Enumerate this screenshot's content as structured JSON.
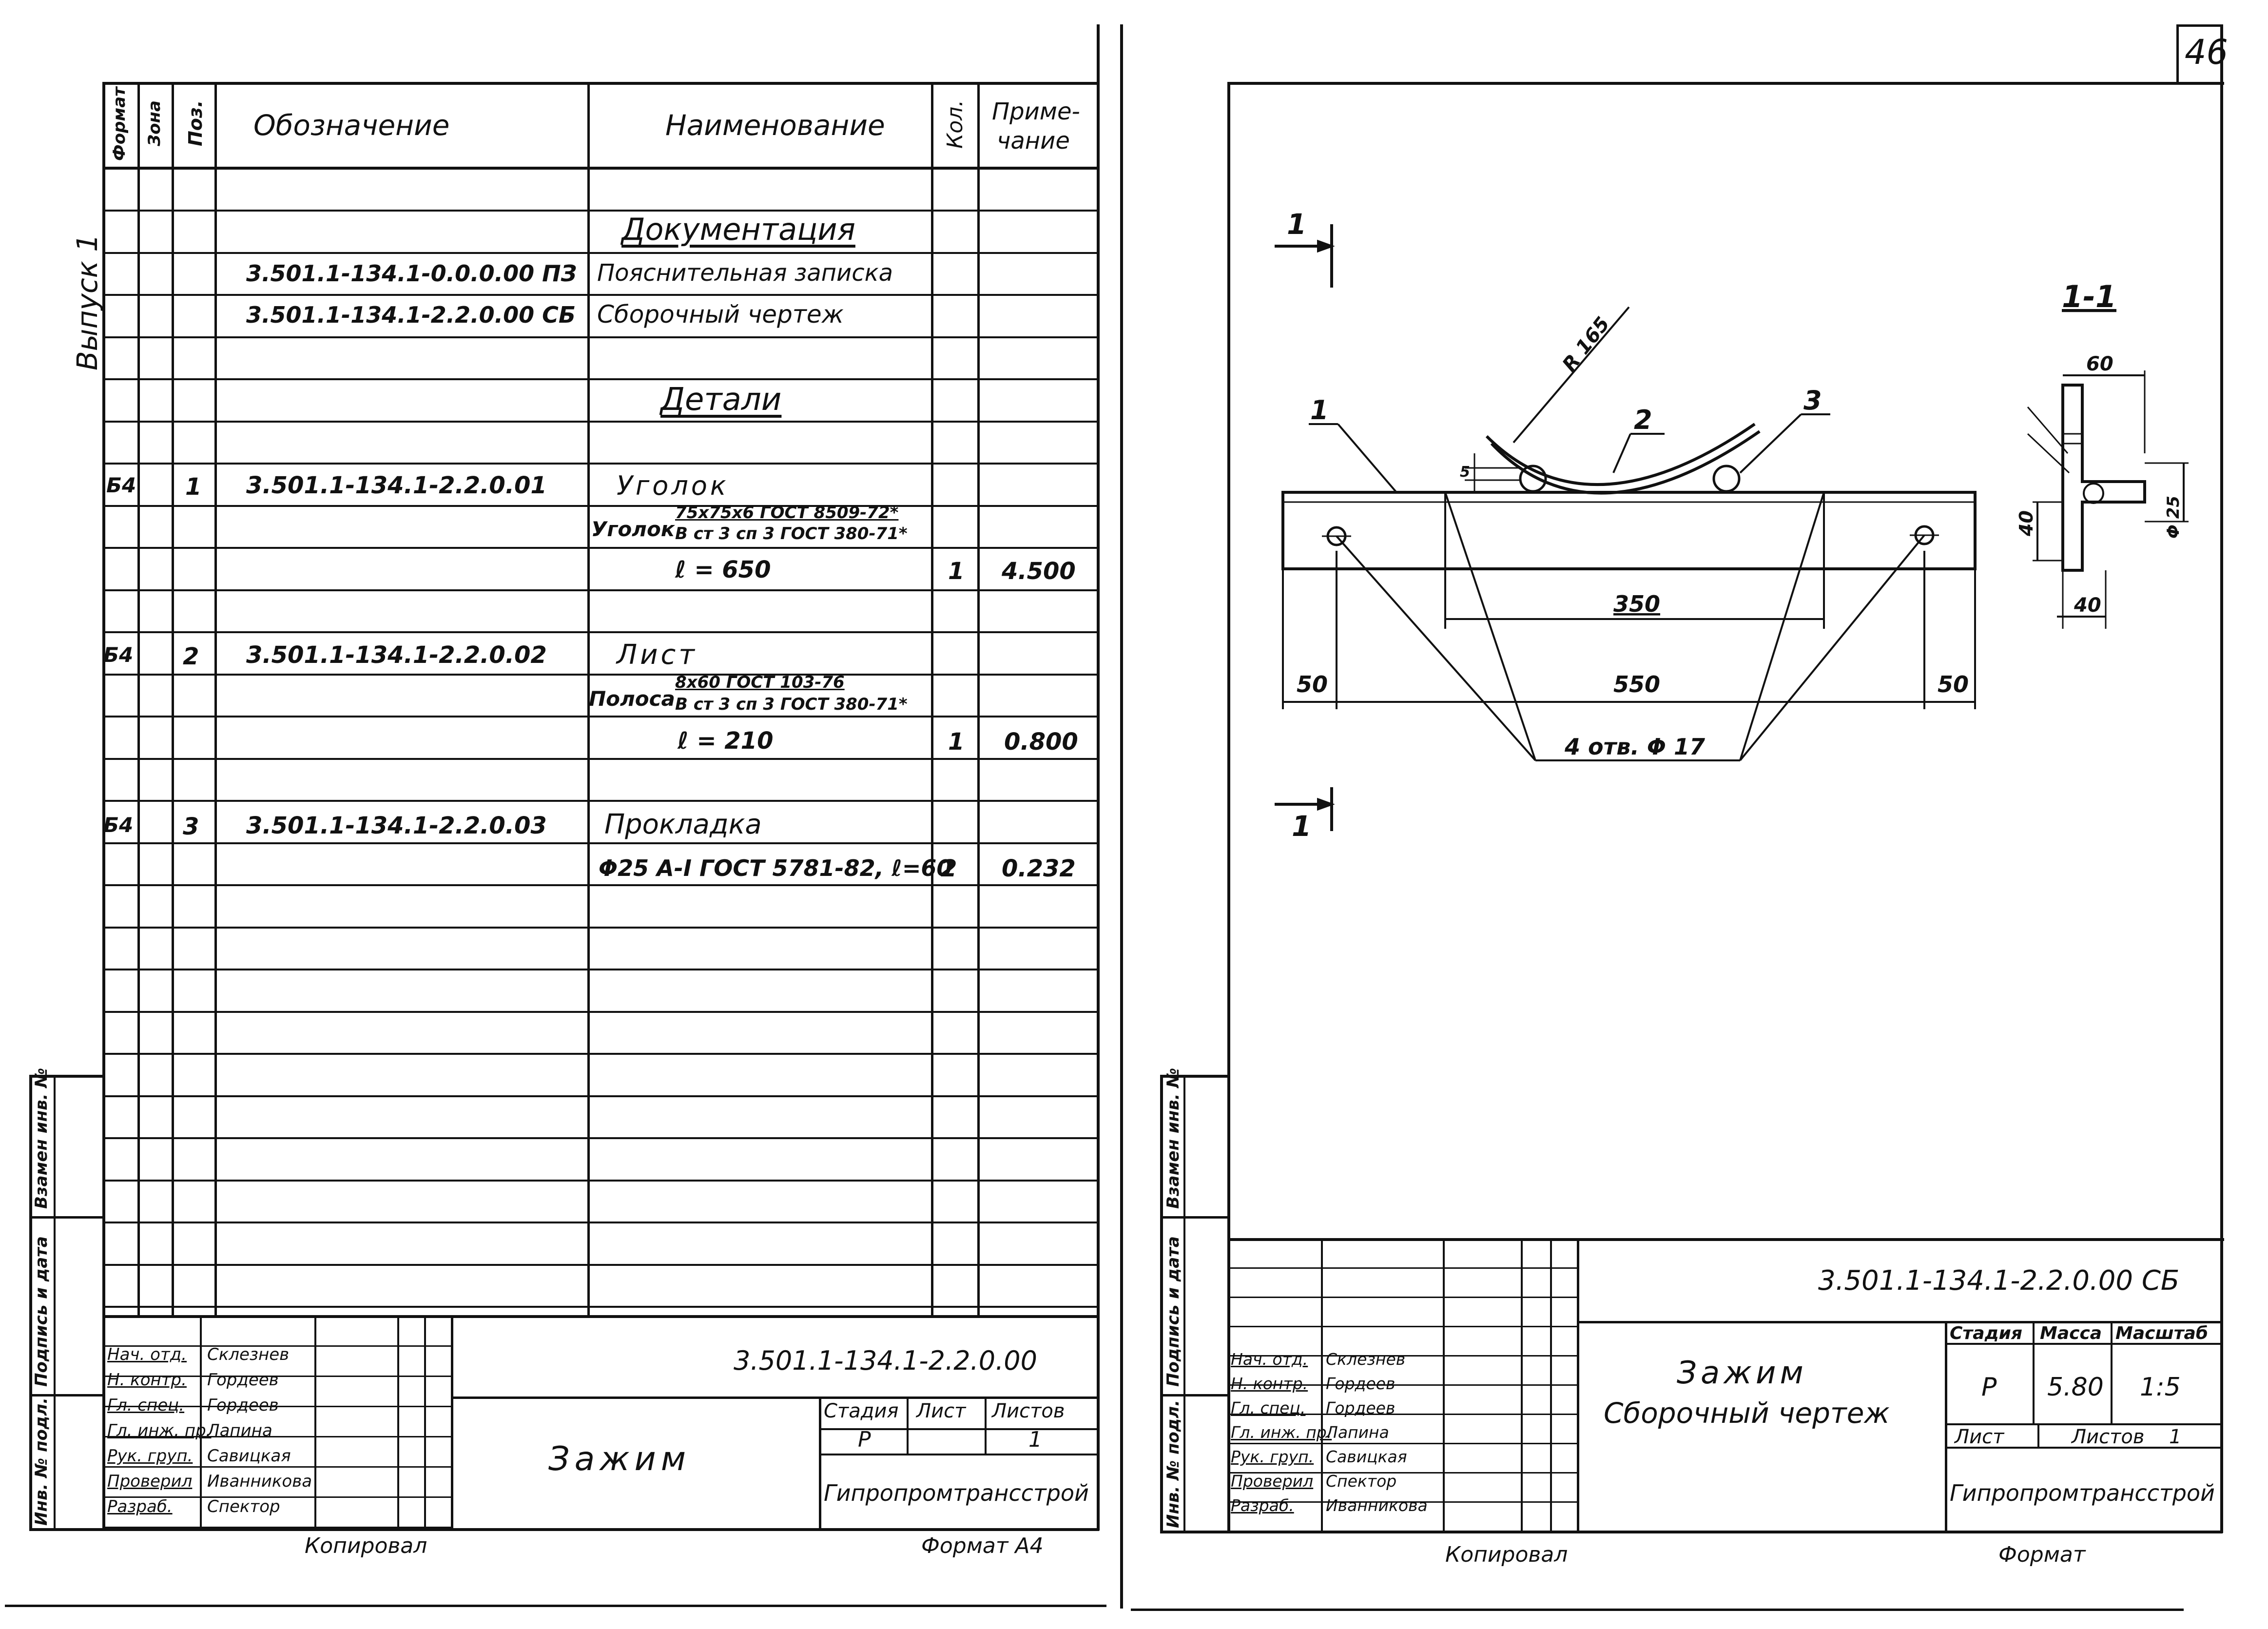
{
  "page_number": "46",
  "left_sheet": {
    "side_label": "Выпуск 1",
    "headers": {
      "format": "Формат",
      "zone": "Зона",
      "pos": "Поз.",
      "designation": "Обозначение",
      "name": "Наименование",
      "qty": "Кол.",
      "note1": "Приме-",
      "note2": "чание"
    },
    "rows": [
      {
        "name": "Документация",
        "heading": true
      },
      {
        "designation": "3.501.1-134.1-0.0.0.00 ПЗ",
        "name": "Пояснительная записка"
      },
      {
        "designation": "3.501.1-134.1-2.2.0.00 СБ",
        "name": "Сборочный чертеж"
      },
      {
        "name": "Детали",
        "heading": true
      },
      {
        "format": "Б4",
        "pos": "1",
        "designation": "3.501.1-134.1-2.2.0.01",
        "name": "Уголок"
      },
      {
        "name_prefix": "Уголок",
        "frac_top": "75x75x6 ГОСТ 8509-72*",
        "frac_bottom": "В ст 3 сп 3 ГОСТ 380-71*"
      },
      {
        "name": "ℓ = 650",
        "qty": "1",
        "note": "4.500"
      },
      {
        "format": "Б4",
        "pos": "2",
        "designation": "3.501.1-134.1-2.2.0.02",
        "name": "Лист"
      },
      {
        "name_prefix": "Полоса",
        "frac_top": "8x60 ГОСТ 103-76",
        "frac_bottom": "В ст 3 сп 3 ГОСТ 380-71*"
      },
      {
        "name": "ℓ = 210",
        "qty": "1",
        "note": "0.800"
      },
      {
        "format": "Б4",
        "pos": "3",
        "designation": "3.501.1-134.1-2.2.0.03",
        "name": "Прокладка"
      },
      {
        "name": "Φ25 А-I ГОСТ 5781-82, ℓ=60",
        "qty": "2",
        "note": "0.232"
      }
    ],
    "margin_labels": [
      "Инв. № подл.",
      "Подпись и дата",
      "Взамен инв. №"
    ],
    "title_block": {
      "roles": [
        "Нач. отд.",
        "Н. контр.",
        "Гл. спец.",
        "Гл. инж. пр.",
        "Рук. груп.",
        "Проверил",
        "Разраб."
      ],
      "names": [
        "Склезнев",
        "Гордеев",
        "Гордеев",
        "Лапина",
        "Савицкая",
        "Иванникова",
        "Спектор"
      ],
      "designation": "3.501.1-134.1-2.2.0.00",
      "title": "Зажим",
      "stage_label": "Стадия",
      "sheet_label": "Лист",
      "sheets_label": "Листов",
      "stage": "Р",
      "sheets": "1",
      "org": "Гипропромтрансстрой"
    },
    "footer_copied": "Копировал",
    "footer_format": "Формат А4"
  },
  "right_sheet": {
    "margin_labels": [
      "Инв. № подл.",
      "Подпись и дата",
      "Взамен инв. №"
    ],
    "drawing": {
      "section_mark": "1",
      "section_title": "1-1",
      "radius": "R 165",
      "pos_labels": [
        "1",
        "2",
        "3"
      ],
      "dim_350": "350",
      "dim_550": "550",
      "dim_50": "50",
      "holes": "4 отв. Φ 17",
      "dim_60": "60",
      "dim_40": "40",
      "dim_25": "Φ 25",
      "dim_5": "5"
    },
    "title_block": {
      "designation": "3.501.1-134.1-2.2.0.00 СБ",
      "title1": "Зажим",
      "title2": "Сборочный чертеж",
      "stage_label": "Стадия",
      "mass_label": "Масса",
      "scale_label": "Масштаб",
      "stage": "Р",
      "mass": "5.80",
      "scale": "1:5",
      "sheet_label": "Лист",
      "sheets_label": "Листов",
      "sheets": "1",
      "org": "Гипропромтрансстрой",
      "roles": [
        "Нач. отд.",
        "Н. контр.",
        "Гл. спец.",
        "Гл. инж. пр.",
        "Рук. груп.",
        "Проверил",
        "Разраб."
      ],
      "names": [
        "Склезнев",
        "Гордеев",
        "Гордеев",
        "Лапина",
        "Савицкая",
        "Спектор",
        "Иванникова"
      ]
    },
    "footer_copied": "Копировал",
    "footer_format": "Формат"
  }
}
